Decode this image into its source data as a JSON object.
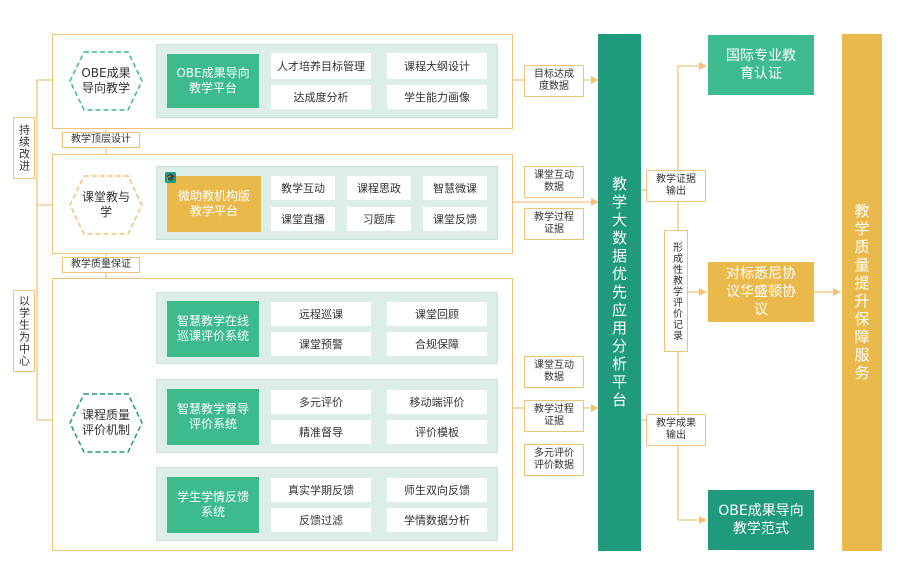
{
  "colors": {
    "teal": "#1f9a7c",
    "green": "#3dbb8c",
    "gold": "#e9b94c",
    "orange_line": "#f0c27a",
    "mint": "#dceee7"
  },
  "side_labels": {
    "left_top": "持续改进",
    "left_bottom": "以学生为中心"
  },
  "hexagons": {
    "obe": "OBE成果导向教学",
    "classroom": "课堂教与学",
    "quality": "课程质量评价机制"
  },
  "connector_labels": {
    "top_design": "教学顶层设计",
    "quality_assurance": "教学质量保证"
  },
  "section1": {
    "platform": "OBE成果导向教学平台",
    "items": [
      "人才培养目标管理",
      "课程大纲设计",
      "达成度分析",
      "学生能力画像"
    ]
  },
  "section2": {
    "platform": "微助教机构版教学平台",
    "items": [
      "教学互动",
      "课程思政",
      "智慧微课",
      "课堂直播",
      "习题库",
      "课堂反馈"
    ]
  },
  "section3": {
    "sub1": {
      "platform": "智慧教学在线巡课评价系统",
      "items": [
        "远程巡课",
        "课堂回顾",
        "课堂预警",
        "合规保障"
      ]
    },
    "sub2": {
      "platform": "智慧教学督导评价系统",
      "items": [
        "多元评价",
        "移动端评价",
        "精准督导",
        "评价模板"
      ]
    },
    "sub3": {
      "platform": "学生学情反馈系统",
      "items": [
        "真实学期反馈",
        "师生双向反馈",
        "反馈过滤",
        "学情数据分析"
      ]
    }
  },
  "data_labels": {
    "goal_data": "目标达成度数据",
    "interaction_1": "课堂互动数据",
    "process_1": "教学过程证据",
    "interaction_2": "课堂互动数据",
    "process_2": "教学过程证据",
    "multi_eval": "多元评价评价数据"
  },
  "center_bar": "教学大数据优先应用分析平台",
  "output_labels": {
    "evidence": "教学证据输出",
    "formative": "形成性教学评价记录",
    "result": "教学成果输出"
  },
  "right_boxes": {
    "intl": "国际专业教育认证",
    "accord": "对标悉尼协议华盛顿协议",
    "obe_paradigm": "OBE成果导向教学范式"
  },
  "right_bar": "教学质量提升保障服务"
}
